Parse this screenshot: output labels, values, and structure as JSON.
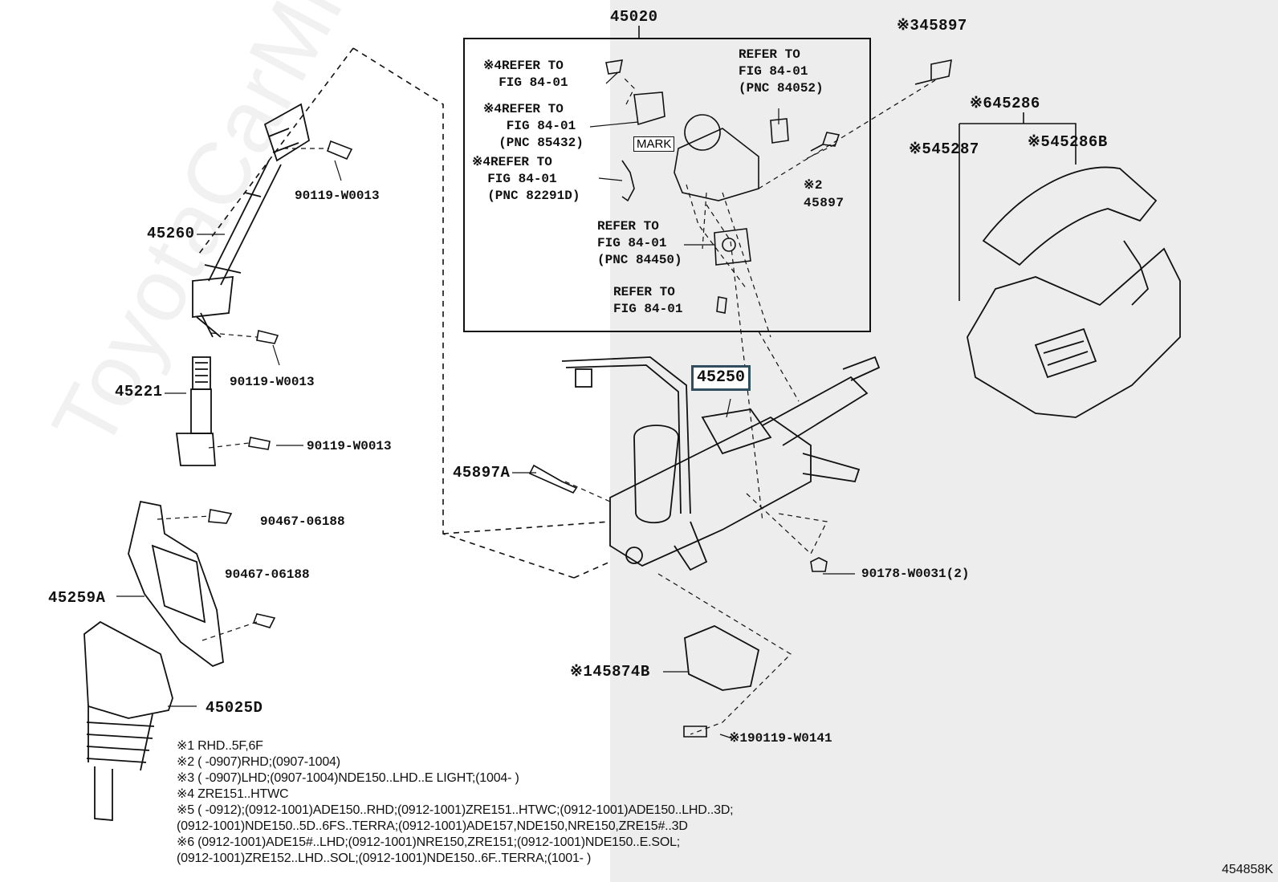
{
  "labels": {
    "p45020": "45020",
    "p45897_top": "※345897",
    "p45286": "※645286",
    "p45287": "※545287",
    "p45286b": "※545286B",
    "p45897_mid": "※2\n45897",
    "p90119_a": "90119-W0013",
    "p45260": "45260",
    "p90119_b": "90119-W0013",
    "p45221": "45221",
    "p90119_c": "90119-W0013",
    "p45897a": "45897A",
    "p45250": "45250",
    "p90467_a": "90467-06188",
    "p90467_b": "90467-06188",
    "p45259a": "45259A",
    "p90178": "90178-W0031(2)",
    "p45874b": "※145874B",
    "p45025d": "45025D",
    "p90119_d": "※190119-W0141",
    "mark": "MARK"
  },
  "refs": {
    "r1": "※4REFER TO\n  FIG 84-01",
    "r2": "※4REFER TO\n   FIG 84-01\n  (PNC 85432)",
    "r3": "※4REFER TO\n  FIG 84-01\n  (PNC 82291D)",
    "r4": "REFER TO\nFIG 84-01\n(PNC 84052)",
    "r5": "REFER TO\nFIG 84-01\n(PNC 84450)",
    "r6": "REFER TO\nFIG 84-01"
  },
  "notes": [
    "※1  RHD..5F,6F",
    "※2 (        -0907)RHD;(0907-1004)",
    "※3 (        -0907)LHD;(0907-1004)NDE150..LHD..E LIGHT;(1004-        )",
    "※4  ZRE151..HTWC",
    "※5 (        -0912);(0912-1001)ADE150..RHD;(0912-1001)ZRE151..HTWC;(0912-1001)ADE150..LHD..3D;",
    "      (0912-1001)NDE150..5D..6FS..TERRA;(0912-1001)ADE157,NDE150,NRE150,ZRE15#..3D",
    "※6 (0912-1001)ADE15#..LHD;(0912-1001)NRE150,ZRE151;(0912-1001)NDE150..E.SOL;",
    "      (0912-1001)ZRE152..LHD..SOL;(0912-1001)NDE150..6F..TERRA;(1001-        )"
  ],
  "watermark": "ToyotaCarMine.ru",
  "doc_id": "454858K"
}
